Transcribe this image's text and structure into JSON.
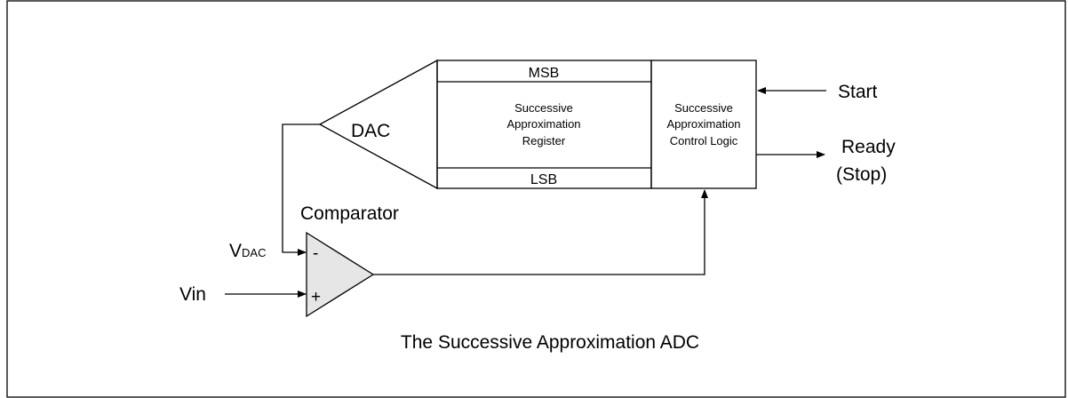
{
  "diagram": {
    "title": "The Successive Approximation ADC",
    "dac_label": "DAC",
    "register": {
      "msb": "MSB",
      "lsb": "LSB",
      "line1": "Successive",
      "line2": "Approximation",
      "line3": "Register"
    },
    "control_logic": {
      "line1": "Successive",
      "line2": "Approximation",
      "line3": "Control Logic"
    },
    "start_label": "Start",
    "ready_label": "Ready",
    "stop_label": "(Stop)",
    "comparator_label": "Comparator",
    "vdac_label": "V",
    "vdac_sub": "DAC",
    "vin_label": "Vin",
    "minus_sign": "-",
    "plus_sign": "+",
    "colors": {
      "line": "#000000",
      "comparator_fill": "#e6e6e6",
      "background": "#ffffff"
    }
  }
}
